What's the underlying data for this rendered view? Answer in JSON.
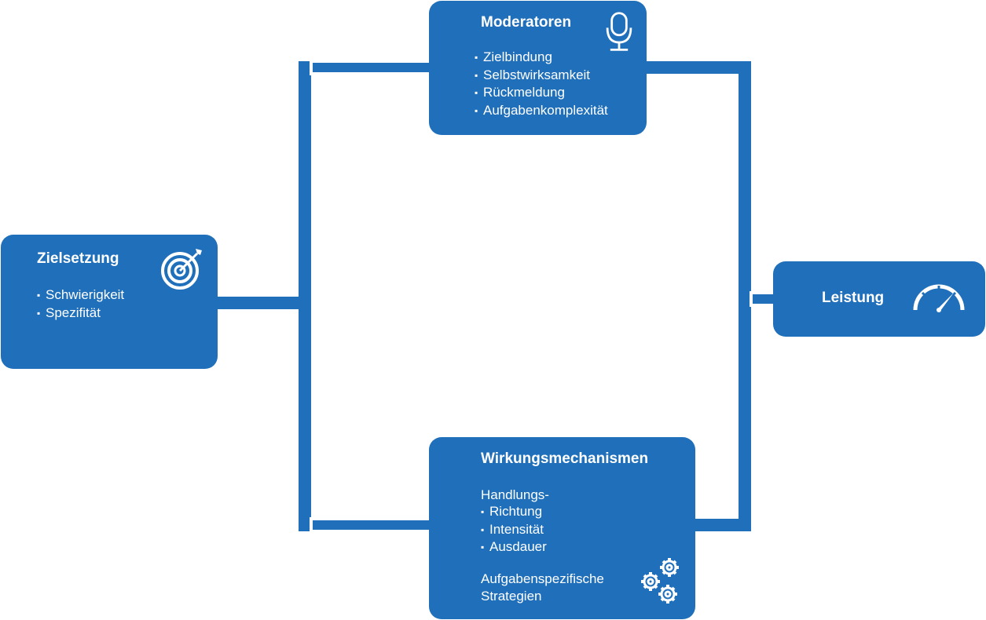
{
  "colors": {
    "box": "#1f6fba",
    "connector": "#1f6fba",
    "icon": "#ffffff",
    "background": "#ffffff"
  },
  "zielsetzung": {
    "title": "Zielsetzung",
    "items": [
      "Schwierigkeit",
      "Spezifität"
    ],
    "icon": "target-icon"
  },
  "moderatoren": {
    "title": "Moderatoren",
    "items": [
      "Zielbindung",
      "Selbstwirksamkeit",
      "Rückmeldung",
      "Aufgabenkomplexität"
    ],
    "icon": "microphone-icon"
  },
  "wirkungsmechanismen": {
    "title": "Wirkungsmechanismen",
    "intro": "Handlungs-",
    "items": [
      "Richtung",
      "Intensität",
      "Ausdauer"
    ],
    "footer_line1": "Aufgabenspezifische",
    "footer_line2": "Strategien",
    "icon": "gears-icon"
  },
  "leistung": {
    "title": "Leistung",
    "icon": "speedometer-icon"
  }
}
